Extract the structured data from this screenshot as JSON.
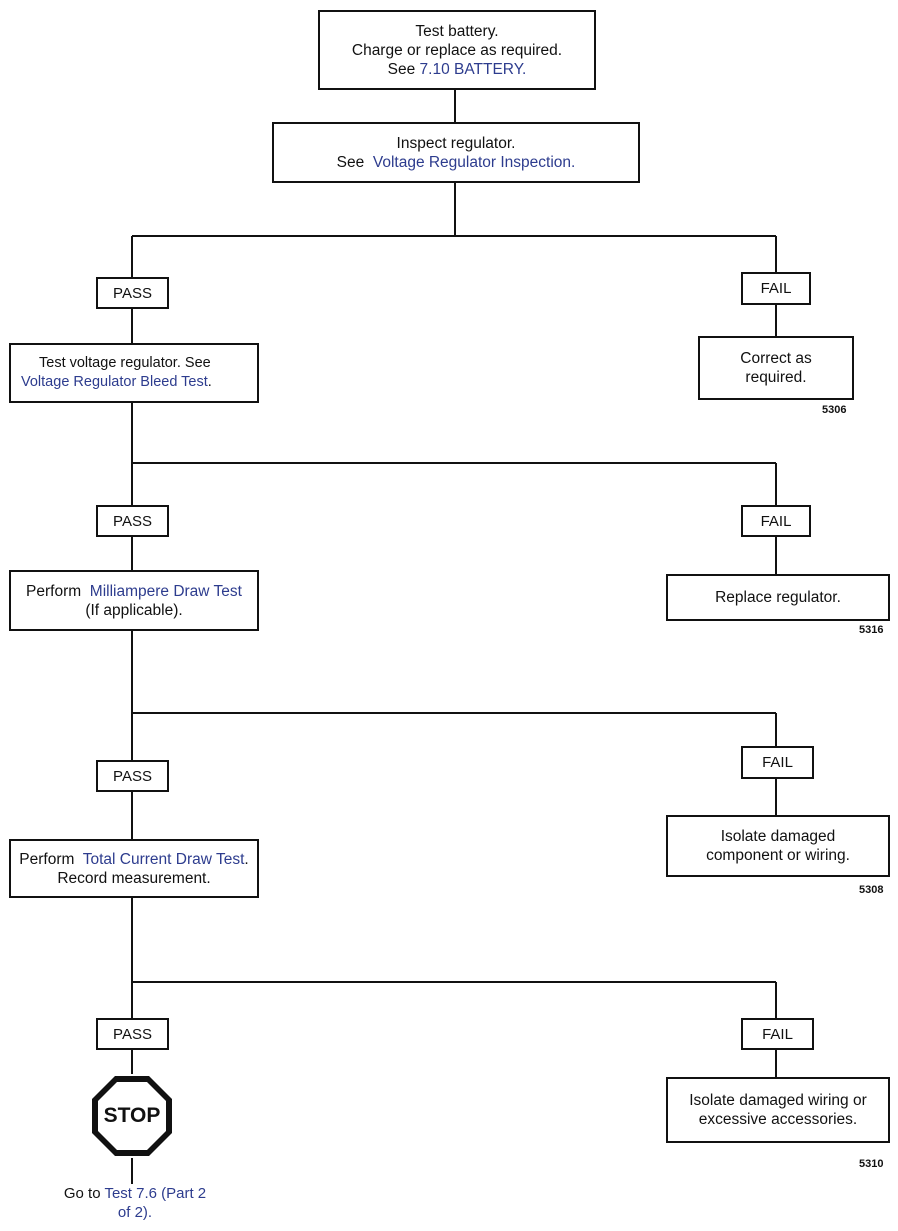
{
  "steps": {
    "test_battery": {
      "line1": "Test battery.",
      "line2": "Charge or replace as required.",
      "line3_pre": "See ",
      "line3_link": "7.10 BATTERY",
      "line3_post": "."
    },
    "inspect_regulator": {
      "line1": "Inspect regulator.",
      "line2_pre": "See  ",
      "line2_link": "Voltage Regulator Inspection",
      "line2_post": "."
    },
    "test_voltage_regulator": {
      "pre": "Test voltage regulator. See ",
      "link": "Voltage Regulator Bleed Test",
      "post": "."
    },
    "milliampere": {
      "pre": "Perform  ",
      "link": "Milliampere Draw Test",
      "post": " (If applicable)."
    },
    "total_current": {
      "pre": "Perform  ",
      "link": "Total Current Draw Test",
      "post": ". Record measurement."
    }
  },
  "outcomes": {
    "pass_label": "PASS",
    "fail_label": "FAIL"
  },
  "fail_actions": {
    "correct": "Correct as required.",
    "replace_regulator": "Replace regulator.",
    "isolate_component": "Isolate damaged component or wiring.",
    "isolate_wiring": "Isolate damaged wiring or excessive accessories."
  },
  "figure_ids": {
    "fig1": "5306",
    "fig2": "5316",
    "fig3": "5308",
    "fig4": "5310"
  },
  "stop": {
    "label": "STOP",
    "goto_pre": "Go to ",
    "goto_link": "Test 7.6 (Part 2 of 2)",
    "goto_post": "."
  },
  "colors": {
    "link": "#2d3c8e",
    "line": "#111111",
    "stop_fill": "#ffffff",
    "stop_border": "#111111"
  }
}
